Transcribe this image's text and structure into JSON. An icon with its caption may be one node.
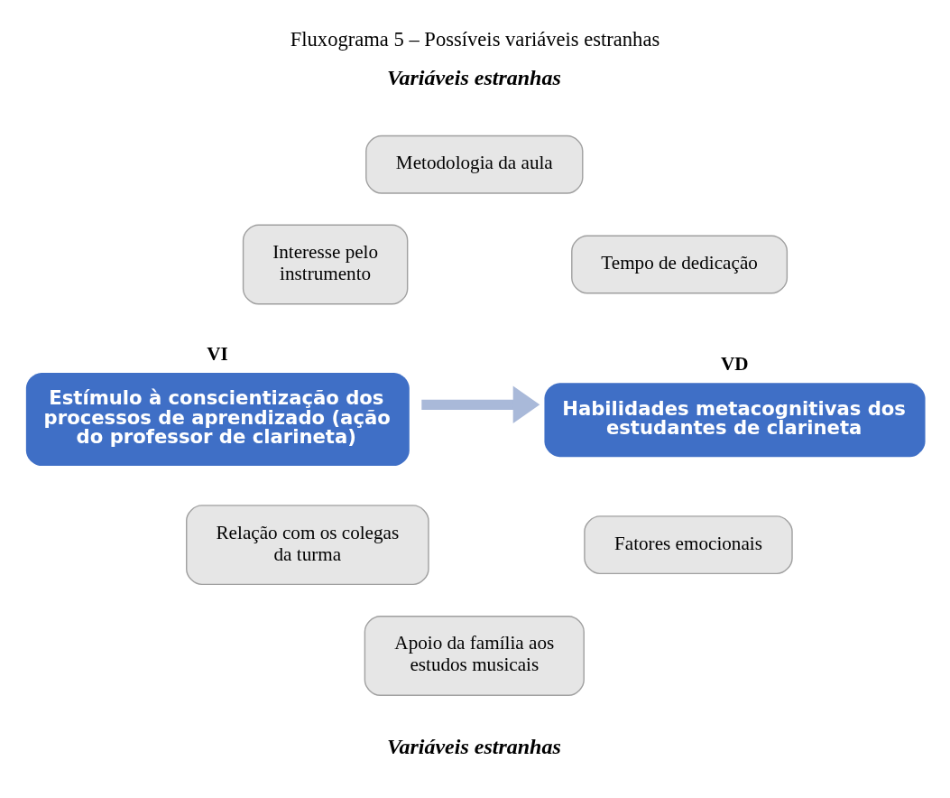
{
  "diagram": {
    "title": "Fluxograma 5 – Possíveis variáveis estranhas",
    "nodes": [
      {
        "text": [
          "Metodologia da aula"
        ]
      },
      {
        "text": [
          "Interesse pelo instrumento"
        ]
      },
      {
        "text": [
          "Tempo de dedicação"
        ]
      },
      {
        "text": [
          "Estímulo à conscientização dos processos de aprendizado (ação do professor de clarineta)"
        ],
        "beside": [
          "VI"
        ]
      },
      {
        "text": [
          "Habilidades metacognitivas dos estudantes de clarineta"
        ],
        "beside": [
          "VD"
        ]
      },
      {
        "text": [
          "Relação com os colegas da turma"
        ]
      },
      {
        "text": [
          "Fatores emocionais"
        ]
      },
      {
        "text": [
          "Apoio da família aos estudos musicais"
        ]
      }
    ],
    "edges": [
      {
        "from": 3,
        "to": 4,
        "arrow": "to"
      }
    ],
    "labels": [
      "Variáveis estranhas",
      "Variáveis estranhas"
    ]
  }
}
